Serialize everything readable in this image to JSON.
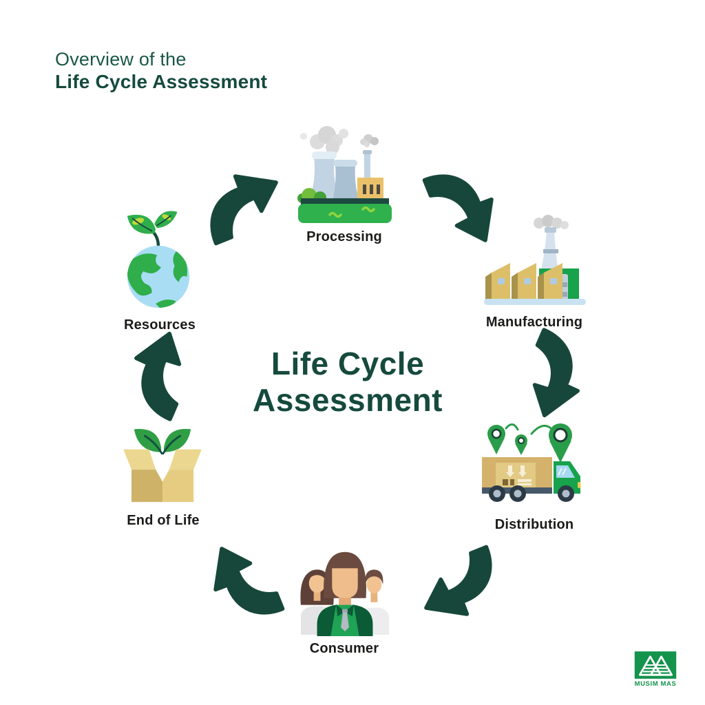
{
  "header": {
    "line1": "Overview of the",
    "line2": "Life Cycle Assessment"
  },
  "center_title": {
    "line1": "Life Cycle",
    "line2": "Assessment"
  },
  "cycle": {
    "direction": "clockwise",
    "stages": [
      {
        "label": "Processing",
        "icon": "processing-plant-icon"
      },
      {
        "label": "Manufacturing",
        "icon": "factory-icon"
      },
      {
        "label": "Distribution",
        "icon": "delivery-truck-icon"
      },
      {
        "label": "Consumer",
        "icon": "consumers-people-icon"
      },
      {
        "label": "End of Life",
        "icon": "recycled-box-leaves-icon"
      },
      {
        "label": "Resources",
        "icon": "earth-sprout-icon"
      }
    ]
  },
  "logo": {
    "brand": "MUSIM MAS",
    "mark": "twin-peaks-logo"
  },
  "colors": {
    "background": "#FFFFFF",
    "dark_green_arrow": "#17473B",
    "title_green": "#154A3D",
    "label_text": "#1B1B19",
    "bright_green": "#2FAE4B",
    "logo_green": "#13934C",
    "tan": "#D9BC68",
    "light_blue": "#A9DDF4"
  }
}
